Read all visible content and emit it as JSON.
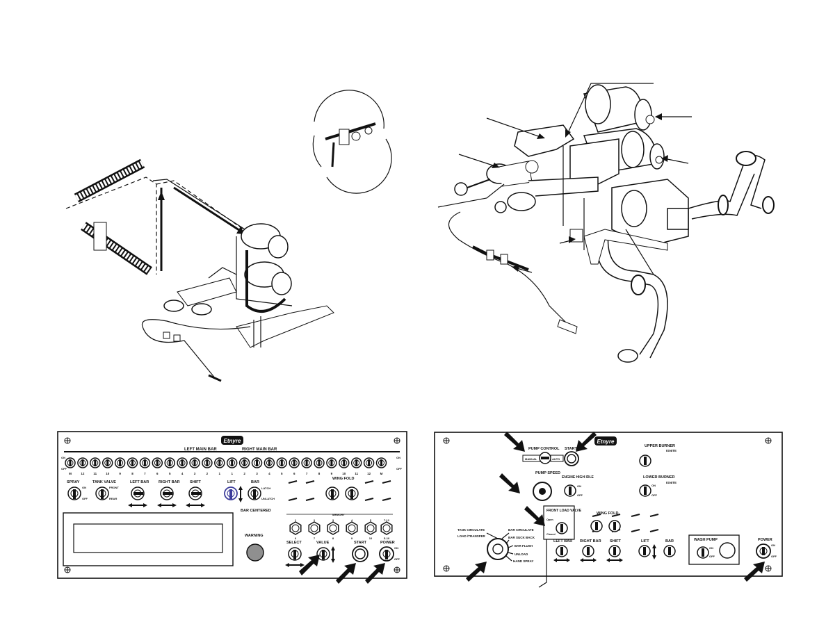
{
  "left_panel": {
    "logo": "Etnyre",
    "left_main_bar": "LEFT MAIN BAR",
    "right_main_bar": "RIGHT MAIN BAR",
    "on": "ON",
    "off": "OFF",
    "nozzle_numbers": [
      "M",
      "12",
      "11",
      "10",
      "9",
      "8",
      "7",
      "6",
      "5",
      "4",
      "3",
      "2",
      "1",
      "1",
      "2",
      "3",
      "4",
      "5",
      "6",
      "7",
      "8",
      "9",
      "10",
      "11",
      "12",
      "M"
    ],
    "spray": "SPRAY",
    "tank_valve": "TANK VALVE",
    "front": "FRONT",
    "rear": "REAR",
    "left_bar": "LEFT BAR",
    "right_bar": "RIGHT BAR",
    "shift": "SHIFT",
    "lift": "LIFT",
    "bar": "BAR",
    "latch": "LATCH",
    "unlatch": "UNLATCH",
    "bar_centered": "BAR CENTERED",
    "wing_fold": "WING FOLD",
    "memory": "MEMORY",
    "memory_top": [
      "1",
      "2",
      "3",
      "4",
      "5",
      "7-12"
    ],
    "memory_bottom": [
      "6",
      "7",
      "8",
      "9",
      "10",
      "S-10"
    ],
    "warning": "WARNING",
    "select": "SELECT",
    "value": "VALUE",
    "start": "START",
    "power": "POWER"
  },
  "right_panel": {
    "logo": "Etnyre",
    "pump_control": "PUMP CONTROL",
    "manual": "MANUAL",
    "auto": "AUTO",
    "start": "START",
    "upper_burner": "UPPER BURNER",
    "lower_burner": "LOWER BURNER",
    "ignite": "IGNITE",
    "pump_speed": "PUMP SPEED",
    "engine_high_idle": "ENGINE HIGH IDLE",
    "on": "ON",
    "off": "OFF",
    "front_load_valve": "FRONT LOAD VALVE",
    "open": "Open",
    "closed": "Closed",
    "wing_fold": "WING FOLD",
    "valve_positions_left": [
      "TANK CIRCULATE",
      "LOAD /TRANSFER"
    ],
    "valve_positions_right": [
      "BAR CIRCULATE",
      "BAR SUCK BACK",
      "BAR FLUSH",
      "UNLOAD",
      "HAND SPRAY"
    ],
    "left_bar": "LEFT BAR",
    "right_bar": "RIGHT BAR",
    "shift": "SHIFT",
    "lift": "LIFT",
    "bar": "BAR",
    "wash_pump": "WASH PUMP",
    "power": "POWER"
  }
}
